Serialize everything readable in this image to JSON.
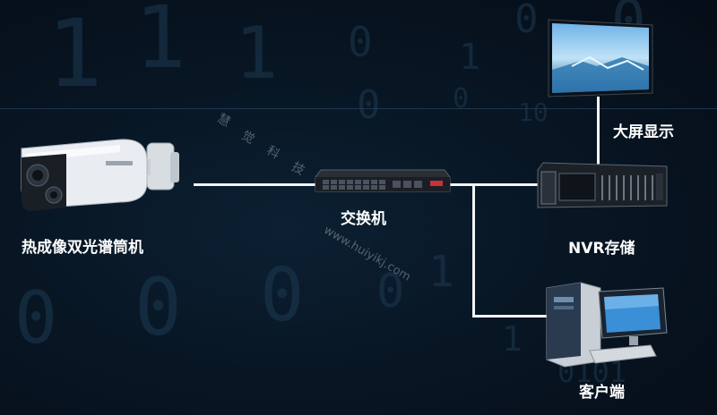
{
  "nodes": {
    "camera": {
      "label": "热成像双光谱筒机"
    },
    "switch": {
      "label": "交换机"
    },
    "display": {
      "label": "大屏显示"
    },
    "nvr": {
      "label": "NVR存储"
    },
    "client": {
      "label": "客户端"
    }
  },
  "watermark": {
    "chars": [
      "慧",
      "觉",
      "科",
      "技"
    ],
    "url": "www.huiyikj.com"
  },
  "colors": {
    "background": "#081624",
    "line": "#f2f6fa",
    "text": "#ffffff",
    "digits": "#1d3a52"
  }
}
